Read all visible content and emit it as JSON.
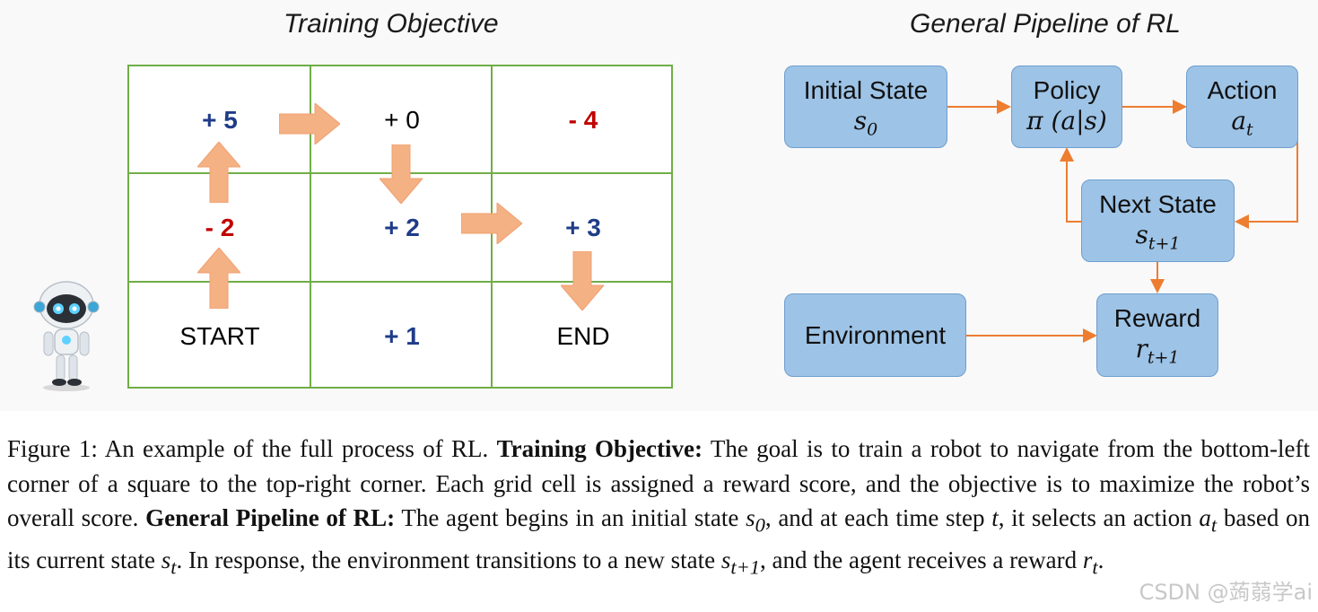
{
  "titles": {
    "left": "Training Objective",
    "right": "General Pipeline of RL"
  },
  "grid": {
    "rows": [
      [
        {
          "text": "+ 5",
          "tone": "blue"
        },
        {
          "text": "+ 0",
          "tone": "black"
        },
        {
          "text": "- 4",
          "tone": "red"
        }
      ],
      [
        {
          "text": "- 2",
          "tone": "red"
        },
        {
          "text": "+ 2",
          "tone": "blue"
        },
        {
          "text": "+ 3",
          "tone": "blue"
        }
      ],
      [
        {
          "text": "START",
          "tone": "black"
        },
        {
          "text": "+ 1",
          "tone": "blue"
        },
        {
          "text": "END",
          "tone": "black"
        }
      ]
    ],
    "path_moves": [
      "up",
      "up",
      "right",
      "down",
      "right",
      "down"
    ]
  },
  "pipeline": {
    "initial_state": {
      "label": "Initial State",
      "symbol": "s",
      "sub": "0"
    },
    "policy": {
      "label": "Policy",
      "symbol": "π (a|s)"
    },
    "action": {
      "label": "Action",
      "symbol": "a",
      "sub": "t"
    },
    "next_state": {
      "label": "Next State",
      "symbol": "s",
      "sub": "t+1"
    },
    "environment": {
      "label": "Environment"
    },
    "reward": {
      "label": "Reward",
      "symbol": "r",
      "sub": "t+1"
    }
  },
  "caption": {
    "fig": "Figure 1: An example of the full process of RL.",
    "h1": "Training Objective:",
    "t1": "The goal is to train a robot to navigate from the bottom-left corner of a square to the top-right corner. Each grid cell is assigned a reward score, and the objective is to maximize the robot’s overall score.",
    "h2": "General Pipeline of RL:",
    "t2a": "The agent begins in an initial state",
    "t2b": ", and at each time step",
    "t2c": ", it selects an action",
    "t2d": "based on its current state",
    "t2e": ". In response, the environment transitions to a new state",
    "t2f": ", and the agent receives a reward",
    "t2g": "."
  },
  "watermark": "CSDN @蒟蒻学ai",
  "colors": {
    "grid_line": "#70ad47",
    "arrow_fill": "#f4b183",
    "box_fill": "#9dc3e6",
    "connector": "#ed7d31",
    "blue_text": "#1f3c88",
    "red_text": "#c00000"
  }
}
